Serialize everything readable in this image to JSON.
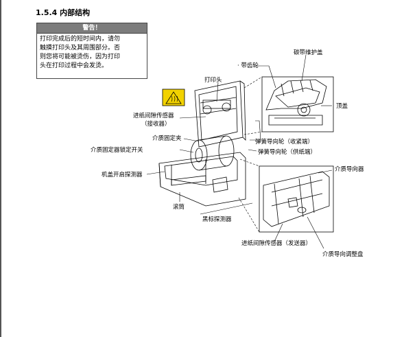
{
  "section": {
    "title": "1.5.4  内部结构"
  },
  "warning": {
    "heading": "警告！",
    "lines": [
      "打印完成后的短时间内，请勿",
      "触摸打印头及其周围部分。否",
      "则您将可能被烫伤，因为打印",
      "头在打印过程中会发烫。"
    ]
  },
  "labels": {
    "ribbon_gear": "带齿轮",
    "ribbon_cover": "碳带维护盖",
    "print_head": "打印头",
    "top_cover": "顶盖",
    "gap_sensor_receiver_1": "进纸间隙传感器",
    "gap_sensor_receiver_2": "（接收器）",
    "media_holder": "介质固定夹",
    "spring_guide_takeup": "弹簧导向轮（收紧端）",
    "holder_lock_switch": "介质固定器锁定开关",
    "spring_guide_supply": "弹簧导向轮（供纸端）",
    "media_guide": "介质导向器",
    "cover_open_sensor": "机盖开启探测器",
    "platen": "滚筒",
    "black_mark_sensor": "黑标探测器",
    "gap_sensor_transmitter": "进纸间隙传感器（发送器）",
    "media_guide_dial": "介质导向调整盘"
  }
}
